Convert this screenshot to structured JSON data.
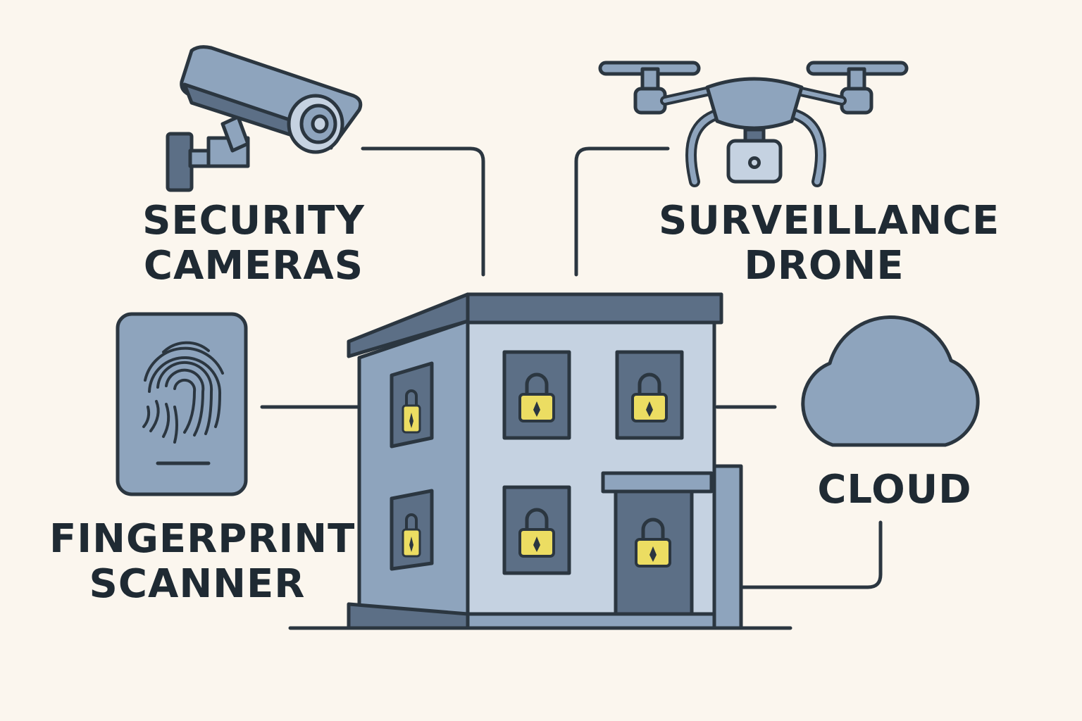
{
  "labels": {
    "security_cameras": [
      "SECURITY",
      "CAMERAS"
    ],
    "surveillance_drone": [
      "SURVEILLANCE",
      "DRONE"
    ],
    "cloud": [
      "CLOUD"
    ],
    "fingerprint_scanner": [
      "FINGERPRINT",
      "SCANNER"
    ]
  },
  "icons": {
    "camera": "security-camera-icon",
    "drone": "drone-icon",
    "cloud": "cloud-icon",
    "scanner": "fingerprint-icon",
    "building": "building-icon",
    "lock": "padlock-icon"
  },
  "colors": {
    "background": "#fbf6ee",
    "stroke": "#2b3640",
    "body_blue": "#8ea4bd",
    "light_blue": "#c5d2e1",
    "dark_blue": "#5c6f86",
    "lock_yellow": "#ecdd62"
  }
}
